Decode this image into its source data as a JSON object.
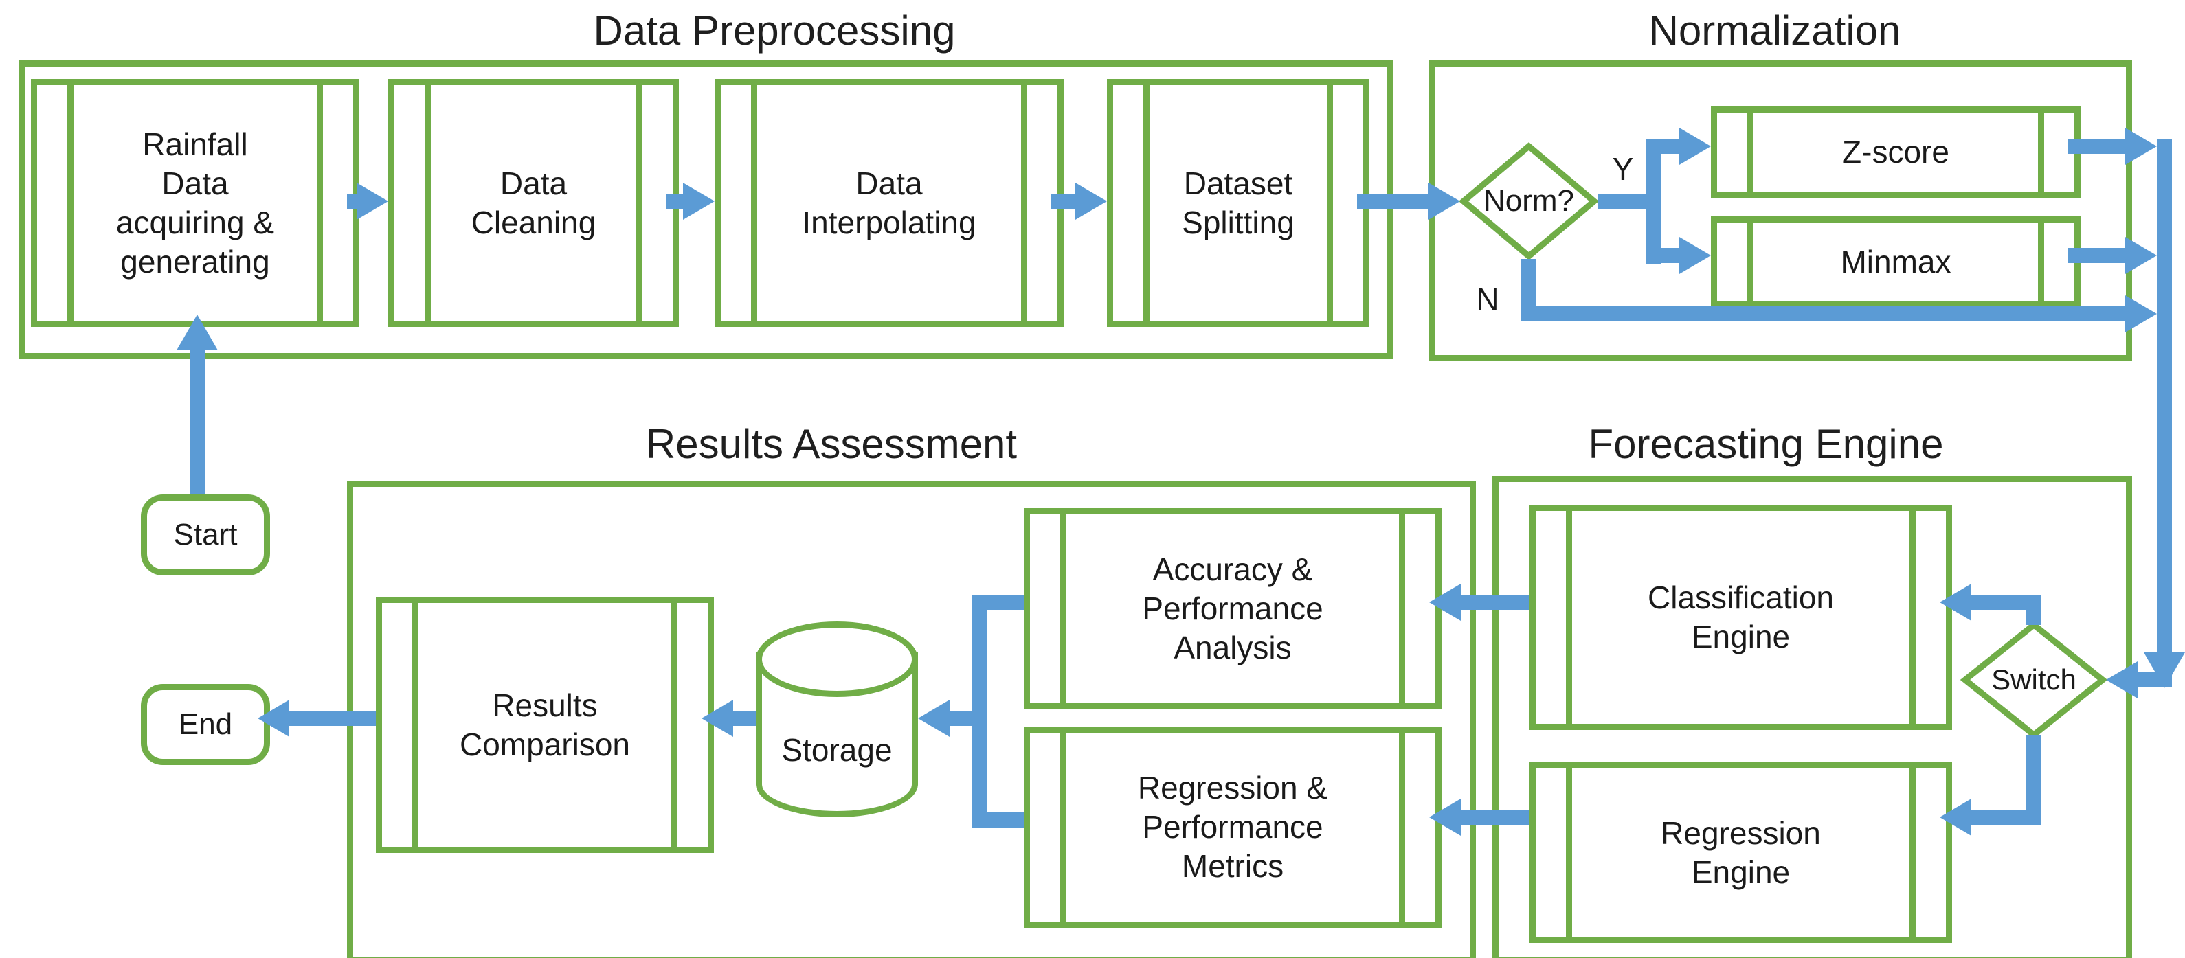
{
  "colors": {
    "green": "#70AD47",
    "blue": "#5B9BD5",
    "text": "#1a1a1a"
  },
  "sections": {
    "data_preprocessing": {
      "title": "Data Preprocessing",
      "steps": {
        "rainfall": "Rainfall\nData\nacquiring &\ngenerating",
        "cleaning": "Data\nCleaning",
        "interpolating": "Data\nInterpolating",
        "splitting": "Dataset\nSplitting"
      }
    },
    "normalization": {
      "title": "Normalization",
      "decision": "Norm?",
      "yes_label": "Y",
      "no_label": "N",
      "methods": {
        "zscore": "Z-score",
        "minmax": "Minmax"
      }
    },
    "results_assessment": {
      "title": "Results Assessment",
      "nodes": {
        "results_comparison": "Results\nComparison",
        "storage": "Storage",
        "accuracy": "Accuracy &\nPerformance\nAnalysis",
        "metrics": "Regression &\nPerformance\nMetrics"
      }
    },
    "forecasting_engine": {
      "title": "Forecasting Engine",
      "decision": "Switch",
      "engines": {
        "classification": "Classification\nEngine",
        "regression": "Regression\nEngine"
      }
    }
  },
  "terminals": {
    "start": "Start",
    "end": "End"
  }
}
